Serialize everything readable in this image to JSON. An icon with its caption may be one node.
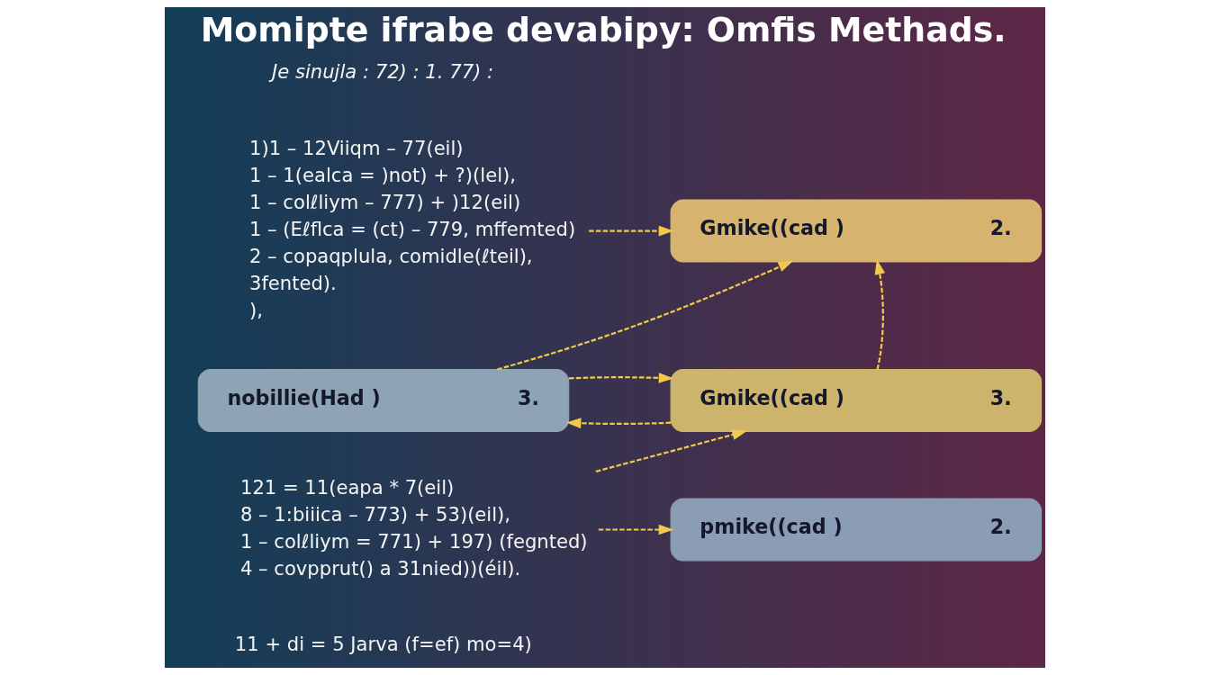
{
  "diagram": {
    "title": "Momipte ifrabe devabipy: Omfis Methads.",
    "nodes": [
      {
        "text": [
          "1)1 – 12Viiqm – 77(eil)",
          "1 – 1(ealca = )not) + ?)(lel),",
          "1 – colℓliym – 777) + )12(eil)",
          "1 – (Eℓflca = (ct) – 779, mffemted)",
          "2 – copaqplula, comidle(ℓteil),",
          "3fented).",
          "),"
        ]
      },
      {
        "text": [
          "Gmike((cad )",
          "2."
        ]
      },
      {
        "text": [
          "nobillie(Had )",
          "3."
        ]
      },
      {
        "text": [
          "Gmike((cad )",
          "3."
        ]
      },
      {
        "text": [
          "121 = 11(eapa * 7(eil)",
          "8 – 1:biiica – 773) + 53)(eil),",
          "1 – colℓliym = 771) + 197) (fegnted)",
          "4 – covpprut() a 31nied))(éil)."
        ]
      },
      {
        "text": [
          "pmike((cad )",
          "2."
        ]
      }
    ],
    "edges": [
      {
        "from": 0,
        "to": 1,
        "arrow": "to",
        "style": "dashed"
      },
      {
        "from": 2,
        "to": 1,
        "arrow": "to",
        "style": "dashed"
      },
      {
        "from": 3,
        "to": 1,
        "arrow": "to",
        "style": "dashed"
      },
      {
        "from": 3,
        "to": 2,
        "arrow": "to",
        "style": "dashed"
      },
      {
        "from": 2,
        "to": 3,
        "arrow": "to",
        "style": "dashed"
      },
      {
        "from": 4,
        "to": 5,
        "arrow": "to",
        "style": "dashed"
      },
      {
        "from": 4,
        "to": 3,
        "arrow": "to",
        "style": "dashed"
      }
    ],
    "labels": [
      "Je sinujla : 72) : 1. 77) :",
      "11 + di = 5 Jarva (f=ef) mo=4)"
    ]
  }
}
